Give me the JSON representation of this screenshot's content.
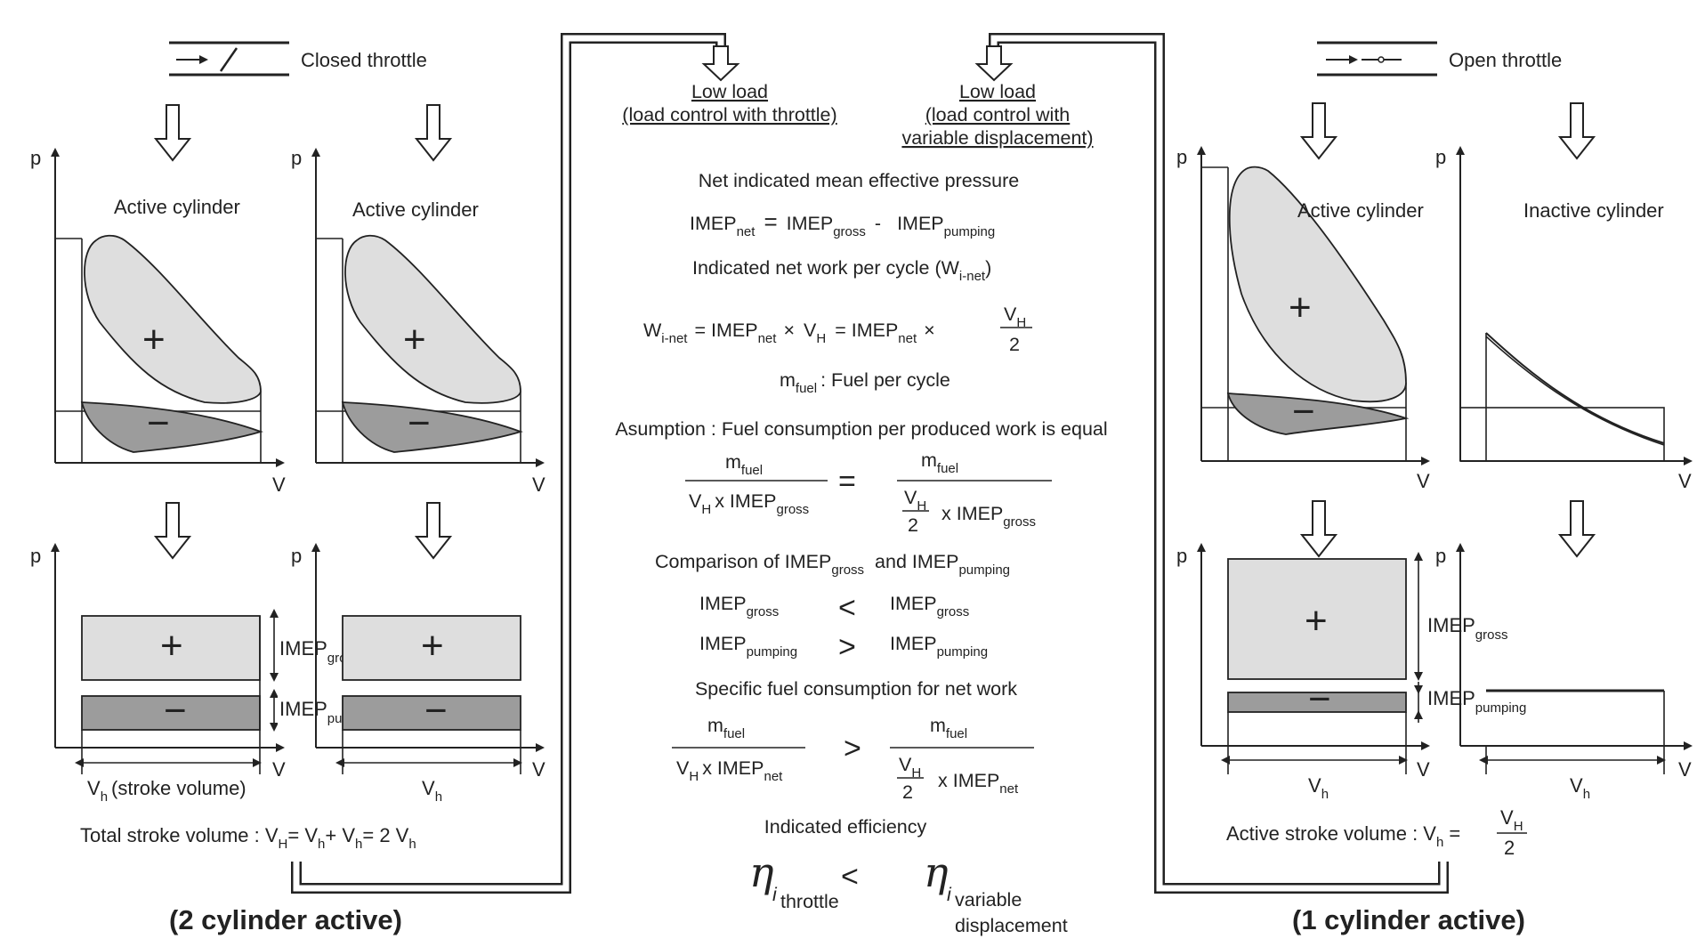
{
  "colors": {
    "light_fill": "#dedede",
    "dark_fill": "#9c9c9c",
    "line": "#222222"
  },
  "left": {
    "throttle_label": "Closed throttle",
    "cyl1_title": "Active cylinder",
    "cyl2_title": "Active cylinder",
    "axis_p": "p",
    "axis_v": "V",
    "plus": "+",
    "minus": "−",
    "imep_gross": "IMEP",
    "imep_gross_sub": "gross",
    "imep_pumping": "IMEP",
    "imep_pumping_sub": "pumping",
    "vh": "V",
    "vh_sub": "h",
    "vh_note": "(stroke volume)",
    "total_prefix": "Total stroke volume : V",
    "total_H": "H",
    "total_eq1": "= V",
    "total_h1": "h",
    "total_plus": "+ V",
    "total_h2": "h",
    "total_eq2": "= 2 V",
    "total_h3": "h",
    "caption": "(2 cylinder active)"
  },
  "right": {
    "throttle_label": "Open throttle",
    "cyl1_title": "Active cylinder",
    "cyl2_title": "Inactive cylinder",
    "axis_p": "p",
    "axis_v": "V",
    "plus": "+",
    "minus": "−",
    "imep_gross": "IMEP",
    "imep_gross_sub": "gross",
    "imep_pumping": "IMEP",
    "imep_pumping_sub": "pumping",
    "vh": "V",
    "vh_sub": "h",
    "active_prefix": "Active stroke volume :  V",
    "active_h": "h",
    "active_eq": "=",
    "frac_num": "V",
    "frac_num_sub": "H",
    "frac_den": "2",
    "caption": "(1 cylinder active)"
  },
  "center": {
    "low_load_1": "Low load",
    "low_load_1_sub": "(load control with throttle)",
    "low_load_2": "Low load",
    "low_load_2_sub_a": "(load control with",
    "low_load_2_sub_b": "variable displacement)",
    "net_imep_title": "Net indicated mean effective pressure",
    "eq1": {
      "a": "IMEP",
      "a_sub": "net",
      "eq": "=",
      "b": "IMEP",
      "b_sub": "gross",
      "minus": "-",
      "c": "IMEP",
      "c_sub": "pumping"
    },
    "work_title": "Indicated net work per cycle (W",
    "work_title_sub": "i-net",
    "work_title_end": ")",
    "eq2": {
      "w": "W",
      "w_sub": "i-net",
      "eq": "= IMEP",
      "net": "net",
      "x": "×",
      "vH": "V",
      "vH_sub": "H",
      "eq2": "= IMEP",
      "net2": "net",
      "x2": "×",
      "num": "V",
      "num_sub": "H",
      "den": "2"
    },
    "mfuel": "m",
    "mfuel_sub": "fuel",
    "mfuel_desc": ": Fuel per cycle",
    "assumption": "Asumption : Fuel consumption per produced work is equal",
    "eq3": {
      "m": "m",
      "m_sub": "fuel",
      "den_a": "V",
      "den_a_sub": "H",
      "den_b": "x IMEP",
      "den_b_sub": "gross",
      "rel": "=",
      "m2": "m",
      "m2_sub": "fuel",
      "fn": "V",
      "fn_sub": "H",
      "fd": "2",
      "den2": "x IMEP",
      "den2_sub": "gross"
    },
    "comparison": "Comparison of IMEP",
    "comparison_sub1": "gross",
    "comparison_and": "and  IMEP",
    "comparison_sub2": "pumping",
    "cmp1": {
      "l": "IMEP",
      "l_sub": "gross",
      "rel": "<",
      "r": "IMEP",
      "r_sub": "gross"
    },
    "cmp2": {
      "l": "IMEP",
      "l_sub": "pumping",
      "rel": ">",
      "r": "IMEP",
      "r_sub": "pumping"
    },
    "sfc_title": "Specific fuel consumption for net work",
    "eq4": {
      "m": "m",
      "m_sub": "fuel",
      "den_a": "V",
      "den_a_sub": "H",
      "den_b": "x IMEP",
      "den_b_sub": "net",
      "rel": ">",
      "m2": "m",
      "m2_sub": "fuel",
      "fn": "V",
      "fn_sub": "H",
      "fd": "2",
      "den2": "x IMEP",
      "den2_sub": "net"
    },
    "eff_title": "Indicated efficiency",
    "eff": {
      "eta": "η",
      "i": "i",
      "sub1": "throttle",
      "rel": "<",
      "eta2": "η",
      "i2": "i",
      "sub2a": "variable",
      "sub2b": "displacement"
    }
  }
}
